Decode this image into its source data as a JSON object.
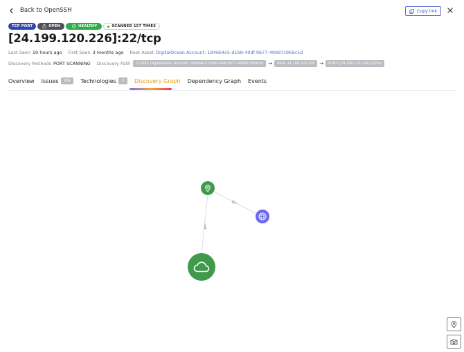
{
  "header": {
    "back_label": "Back to OpenSSH",
    "copy_link_label": "Copy link"
  },
  "badges": {
    "type": "TCP PORT",
    "state": "OPEN",
    "health": "HEALTHY",
    "scanned": "SCANNED 157 TIMES"
  },
  "title": "[24.199.120.226]:22/tcp",
  "meta": {
    "last_seen_label": "Last Seen",
    "last_seen_value": "19 hours ago",
    "first_seen_label": "First Seen",
    "first_seen_value": "3 months ago",
    "root_asset_label": "Root Asset",
    "root_asset_value": "DigitalOcean Account: 1846b4c5-d1b8-40df-9b77-49997c969c5d",
    "discovery_methods_label": "Discovery Methods",
    "discovery_methods_value": "PORT SCANNING",
    "discovery_path_label": "Discovery Path",
    "discovery_path": [
      "CLOUD: DigitalOcean Account: 1846b4c5-d1b8-40df-9b77-49997c969c5d",
      "IPV4: 24.199.120.226",
      "PORT: [24.199.120.226]:22/tcp"
    ],
    "path_arrow": "→"
  },
  "tabs": [
    {
      "label": "Overview"
    },
    {
      "label": "Issues",
      "count": "N/A"
    },
    {
      "label": "Technologies",
      "count": "2"
    },
    {
      "label": "Discovery Graph",
      "active": true
    },
    {
      "label": "Dependency Graph"
    },
    {
      "label": "Events"
    }
  ],
  "graph": {
    "nodes": [
      {
        "id": "ipv4",
        "icon": "location-pin-icon",
        "color": "#3f9a4c"
      },
      {
        "id": "port",
        "icon": "port-icon",
        "color": "#6b67f0"
      },
      {
        "id": "cloud",
        "icon": "cloud-icon",
        "color": "#3f9a4c"
      }
    ],
    "edges": [
      {
        "from": "cloud",
        "to": "ipv4"
      },
      {
        "from": "ipv4",
        "to": "port"
      }
    ]
  },
  "colors": {
    "accent": "#e59a1c",
    "primary": "#2f46b0",
    "healthy": "#2fab48",
    "link": "#5a6ad6"
  }
}
